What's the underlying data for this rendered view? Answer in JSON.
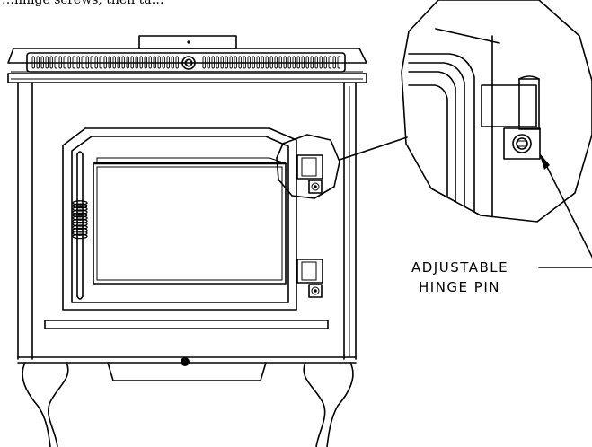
{
  "diagram": {
    "top_caption": "…hinge screws, then ta…",
    "callout": {
      "line1": "ADJUSTABLE",
      "line2": "HINGE PIN"
    }
  }
}
